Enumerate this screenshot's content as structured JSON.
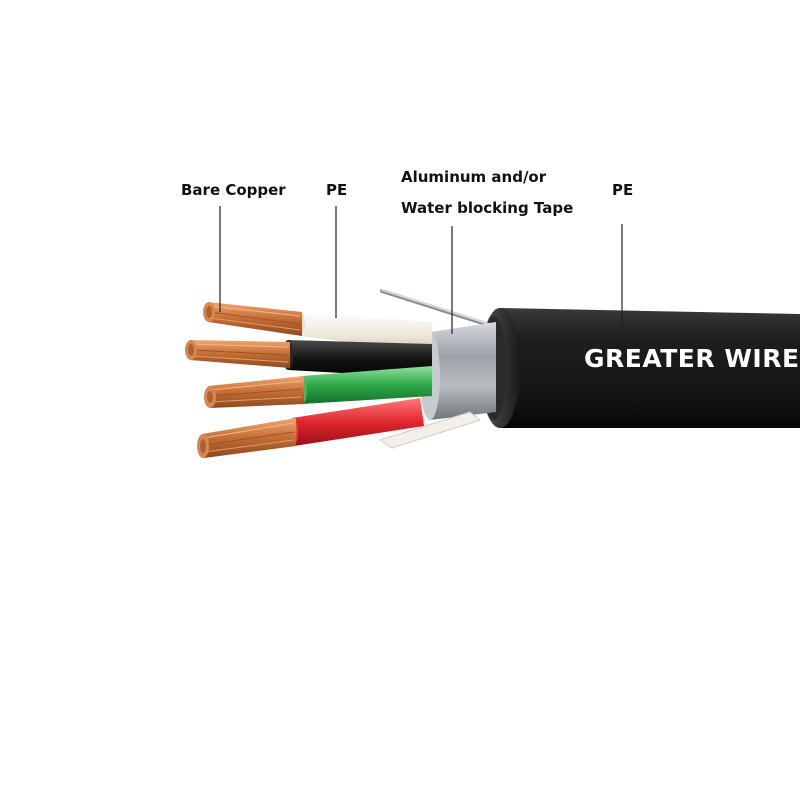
{
  "labels": {
    "bare_copper": "Bare Copper",
    "pe_insulation": "PE",
    "tape_line1": "Aluminum and/or",
    "tape_line2": "Water blocking Tape",
    "pe_jacket": "PE"
  },
  "brand": "GREATER WIRE",
  "colors": {
    "jacket": "#1c1c1c",
    "copper": "#c8733a",
    "white_core": "#ece9da",
    "black_core": "#161616",
    "green_core": "#2ea84a",
    "red_core": "#e0262e",
    "aluminum": "#a8adb2"
  }
}
